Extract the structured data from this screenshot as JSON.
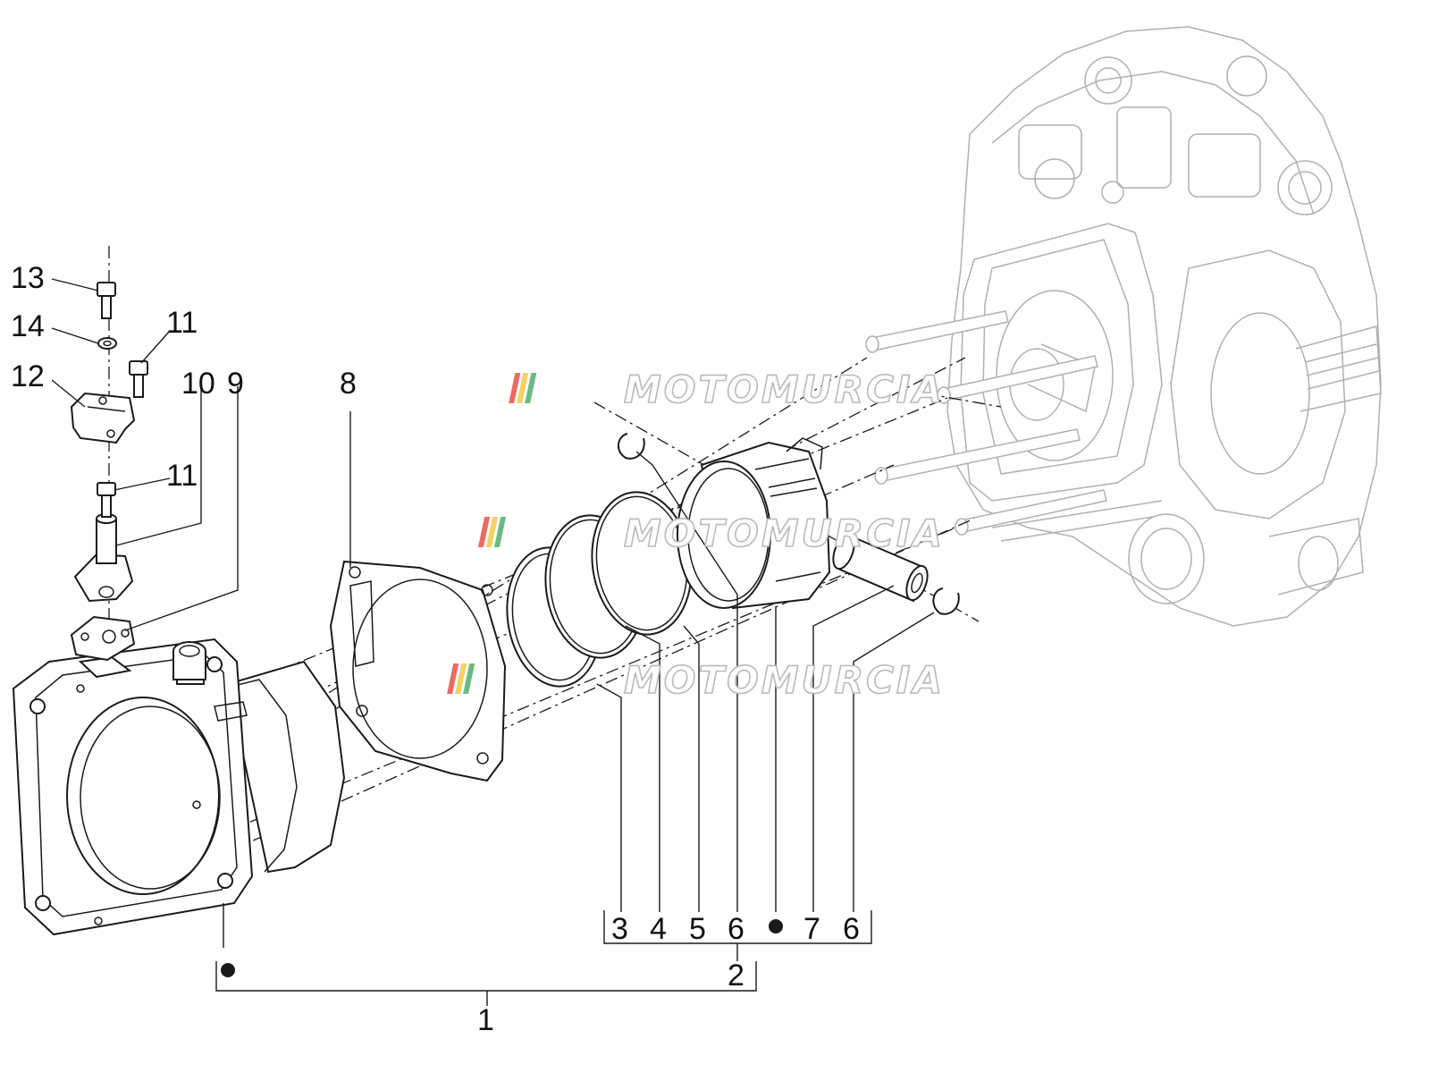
{
  "watermark": {
    "text": "MOTOMURCIA",
    "stripe_colors": [
      "#e63a2e",
      "#f2c230",
      "#3aa35b"
    ]
  },
  "callouts": {
    "p1": "1",
    "p2": "2",
    "p3": "3",
    "p4": "4",
    "p5": "5",
    "p6a": "6",
    "p6b": "6",
    "p7": "7",
    "p8": "8",
    "p9": "9",
    "p10": "10",
    "p11a": "11",
    "p11b": "11",
    "p12": "12",
    "p13": "13",
    "p14": "14"
  }
}
